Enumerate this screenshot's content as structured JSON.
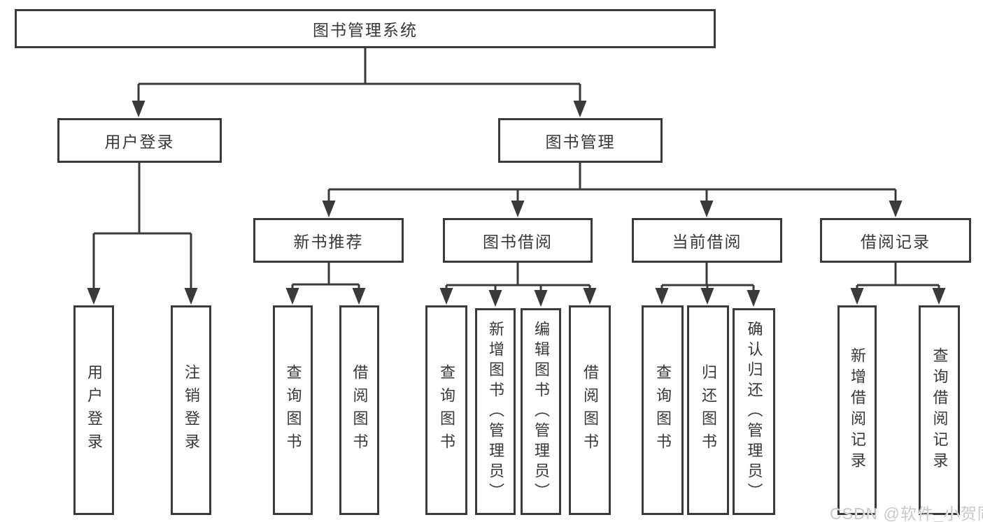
{
  "nodes": {
    "root": "图书管理系统",
    "level2": [
      "用户登录",
      "图书管理"
    ],
    "level3": [
      "新书推荐",
      "图书借阅",
      "当前借阅",
      "借阅记录"
    ],
    "leaves": {
      "user_login": [
        "用户登录",
        "注销登录"
      ],
      "new_book_recommend": [
        "查询图书",
        "借阅图书"
      ],
      "book_borrow": [
        "查询图书",
        "新增图书（管理员）",
        "编辑图书（管理员）",
        "借阅图书"
      ],
      "current_borrow": [
        "查询图书",
        "归还图书",
        "确认归还（管理员）"
      ],
      "borrow_record": [
        "新增借阅记录",
        "查询借阅记录"
      ]
    }
  },
  "watermark": "CSDN @软件_小贺同学",
  "colors": {
    "line": "#3a3a3a",
    "box_border": "#3a3a3a",
    "text": "#383838",
    "background": "#ffffff",
    "watermark": "#c8c8c8"
  }
}
